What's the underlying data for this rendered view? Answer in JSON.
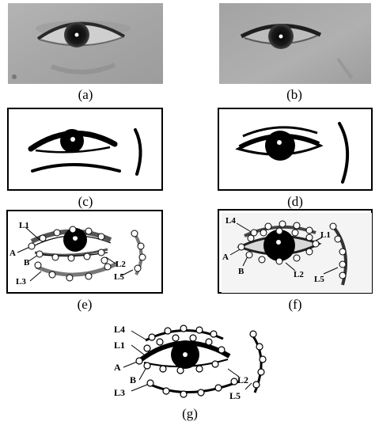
{
  "figure": {
    "captions": {
      "a": "(a)",
      "b": "(b)",
      "c": "(c)",
      "d": "(d)",
      "e": "(e)",
      "f": "(f)",
      "g": "(g)"
    },
    "landmark_labels": {
      "e": {
        "L1": "L1",
        "A": "A",
        "B": "B",
        "L2": "L2",
        "L3": "L3",
        "L5": "L5"
      },
      "f": {
        "L4": "L4",
        "L1": "L1",
        "A": "A",
        "B": "B",
        "L2": "L2",
        "L5": "L5"
      },
      "g": {
        "L4": "L4",
        "L1": "L1",
        "A": "A",
        "B": "B",
        "L2": "L2",
        "L3": "L3",
        "L5": "L5"
      }
    },
    "colors": {
      "skin_light": "#a9a9a9",
      "skin_dark": "#8f8f8f",
      "ink": "#000000",
      "landmark_fill": "#ffffff"
    }
  }
}
